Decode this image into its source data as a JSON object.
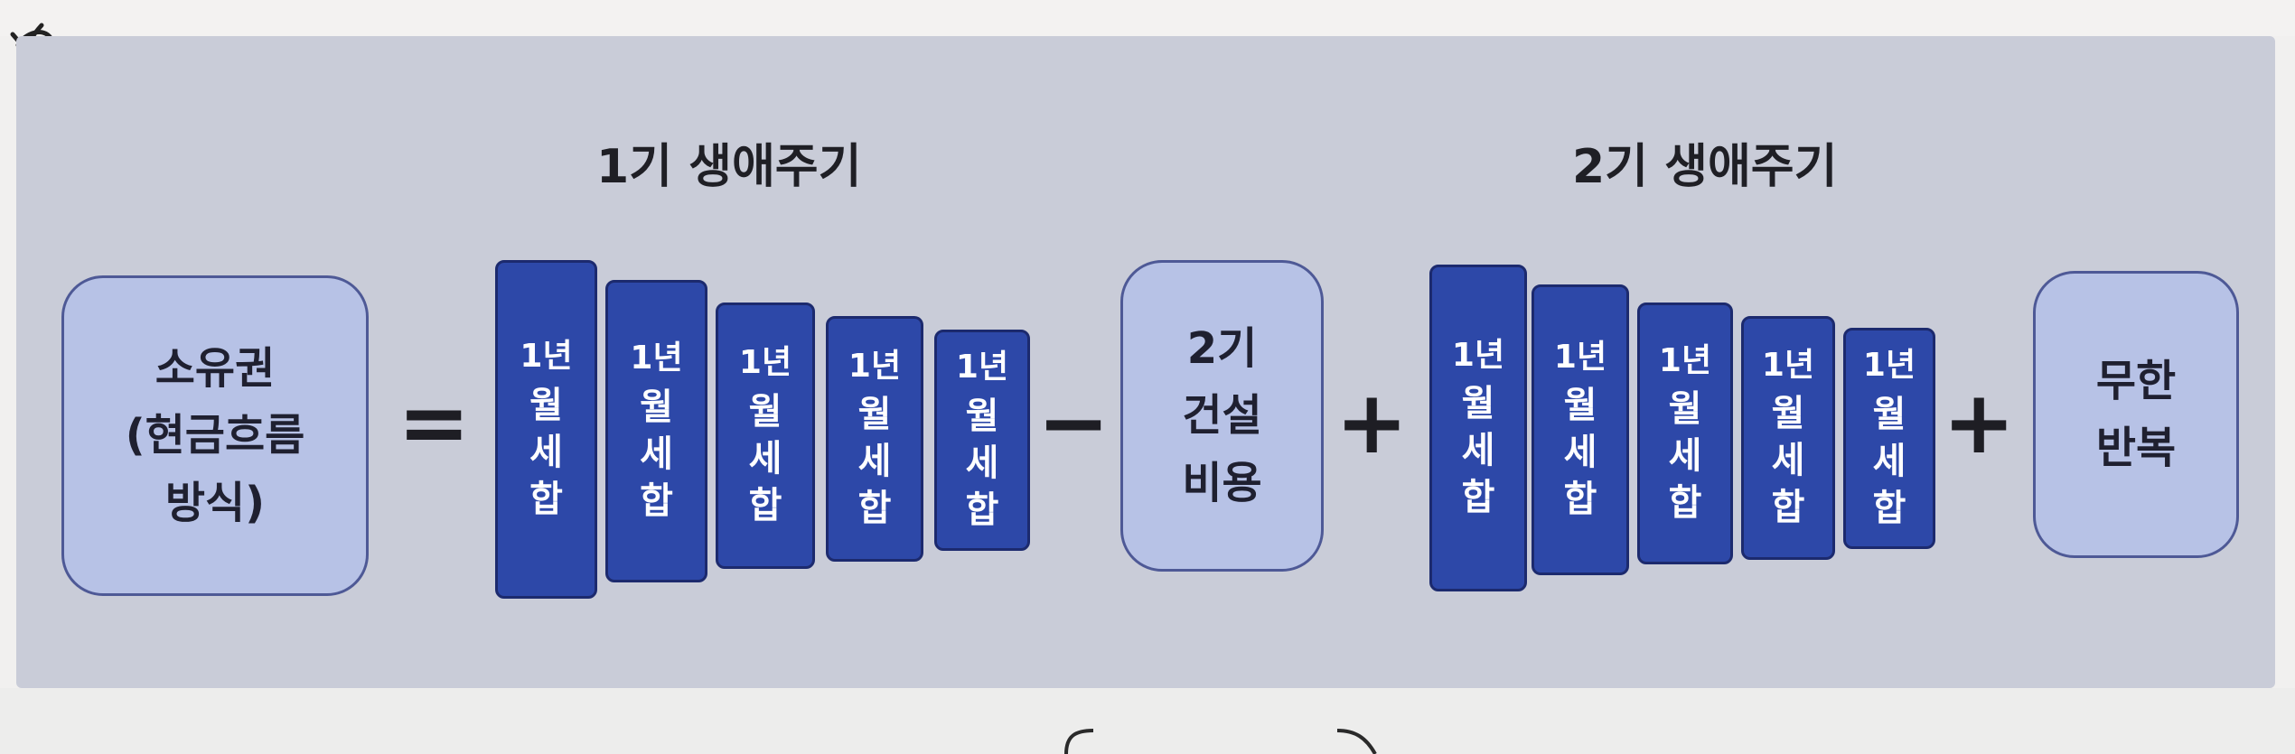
{
  "lifecycle1": {
    "title": "1기 생애주기",
    "bars": [
      {
        "year": "1년",
        "c1": "월",
        "c2": "세",
        "c3": "합"
      },
      {
        "year": "1년",
        "c1": "월",
        "c2": "세",
        "c3": "합"
      },
      {
        "year": "1년",
        "c1": "월",
        "c2": "세",
        "c3": "합"
      },
      {
        "year": "1년",
        "c1": "월",
        "c2": "세",
        "c3": "합"
      },
      {
        "year": "1년",
        "c1": "월",
        "c2": "세",
        "c3": "합"
      }
    ]
  },
  "lifecycle2": {
    "title": "2기 생애주기",
    "bars": [
      {
        "year": "1년",
        "c1": "월",
        "c2": "세",
        "c3": "합"
      },
      {
        "year": "1년",
        "c1": "월",
        "c2": "세",
        "c3": "합"
      },
      {
        "year": "1년",
        "c1": "월",
        "c2": "세",
        "c3": "합"
      },
      {
        "year": "1년",
        "c1": "월",
        "c2": "세",
        "c3": "합"
      },
      {
        "year": "1년",
        "c1": "월",
        "c2": "세",
        "c3": "합"
      }
    ]
  },
  "ownership": {
    "line1": "소유권",
    "line2": "(현금흐름",
    "line3": "방식)"
  },
  "construction": {
    "line1": "2기",
    "line2": "건설",
    "line3": "비용"
  },
  "infinite": {
    "line1": "무한",
    "line2": "반복"
  },
  "operators": {
    "equals": "=",
    "minus": "−",
    "plus1": "+",
    "plus2": "+"
  },
  "colors": {
    "panel": "#c9ccd8",
    "box_fill": "#b7c2e6",
    "bar_fill": "#2d48a8",
    "text_dark": "#1f1f25"
  }
}
